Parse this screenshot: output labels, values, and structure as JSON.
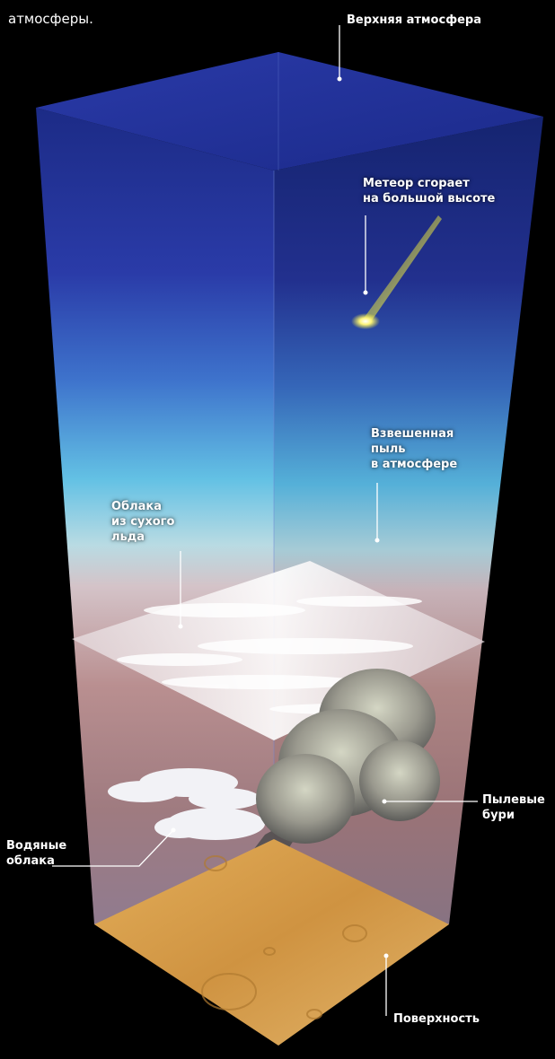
{
  "labels": {
    "intro": "атмосферы.",
    "upper_atmosphere": "Верхняя атмосфера",
    "meteor": "Метеор сгорает\nна большой высоте",
    "suspended_dust": "Взвешенная\nпыль\nв атмосфере",
    "dry_ice_clouds": "Облака\nиз сухого\nльда",
    "dust_storms": "Пылевые\nбури",
    "water_clouds": "Водяные\nоблака",
    "surface": "Поверхность"
  },
  "colors": {
    "background": "#000000",
    "upper_blue": "#1a2e9c",
    "mid_cyan": "#59c4e2",
    "pink": "#c8a6aa",
    "lower_mauve": "#a77d78",
    "surface": "#d49a45",
    "meteor": "#f3ef3a"
  }
}
